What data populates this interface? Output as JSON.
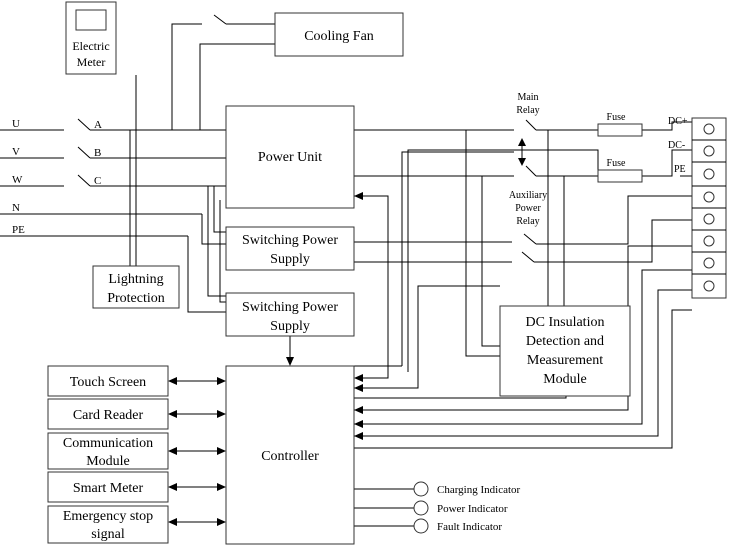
{
  "phases": {
    "u": "U",
    "v": "V",
    "w": "W",
    "n": "N",
    "pe": "PE"
  },
  "switch_labels": {
    "a": "A",
    "b": "B",
    "c": "C"
  },
  "electric_meter": [
    "Electric",
    "Meter"
  ],
  "cooling_fan": "Cooling Fan",
  "power_unit": "Power Unit",
  "switching_power_supply_1": [
    "Switching Power",
    "Supply"
  ],
  "switching_power_supply_2": [
    "Switching Power",
    "Supply"
  ],
  "lightning_protection": [
    "Lightning",
    "Protection"
  ],
  "controller": "Controller",
  "main_relay": [
    "Main",
    "Relay"
  ],
  "auxiliary_power_relay": [
    "Auxiliary",
    "Power",
    "Relay"
  ],
  "fuse_top": "Fuse",
  "fuse_bottom": "Fuse",
  "dc_insulation": [
    "DC Insulation",
    "Detection and",
    "Measurement",
    "Module"
  ],
  "terminals": {
    "dc_plus": "DC+",
    "dc_minus": "DC-",
    "pe": "PE"
  },
  "peripherals": {
    "touch_screen": "Touch Screen",
    "card_reader": "Card Reader",
    "communication_module": [
      "Communication",
      "Module"
    ],
    "smart_meter": "Smart Meter",
    "emergency_stop": [
      "Emergency stop",
      "signal"
    ]
  },
  "indicators": {
    "charging": "Charging Indicator",
    "power": "Power Indicator",
    "fault": "Fault Indicator"
  }
}
